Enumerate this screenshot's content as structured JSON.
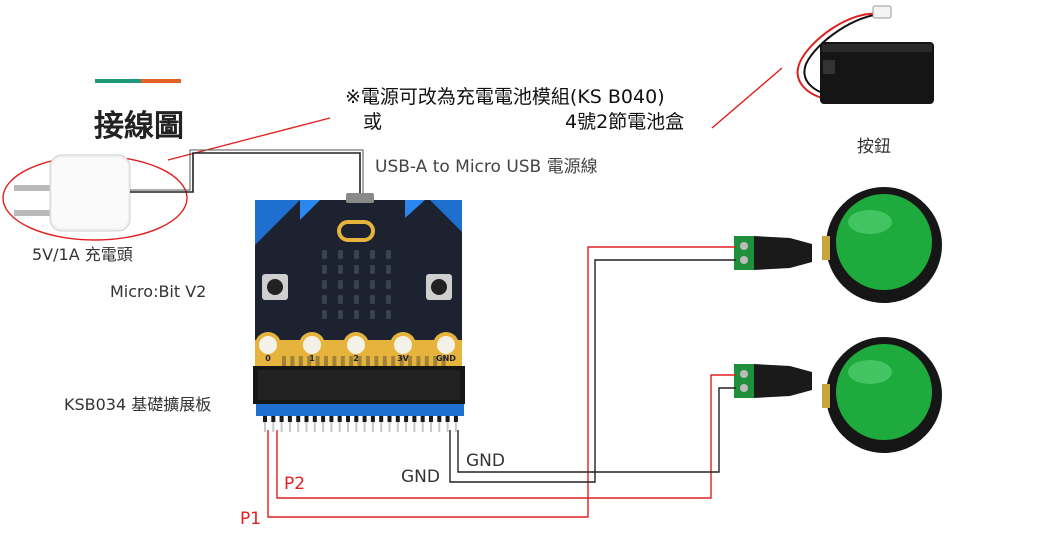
{
  "title": "接線圖",
  "colors": {
    "accent_green": "#1f9a78",
    "accent_orange": "#e2622a",
    "wire_red": "#e02020",
    "wire_black": "#222222",
    "annotation_red": "#e02020",
    "board_dark": "#1d2230",
    "board_blue": "#1f6fd0",
    "gold": "#e6b43c",
    "button_green": "#1eaa3c"
  },
  "labels": {
    "power_note_line1": "※電源可改為充電電池模組(KS B040)",
    "power_note_or": "或",
    "power_note_line2": "4號2節電池盒",
    "usb_cable": "USB-A to Micro USB 電源線",
    "charger": "5V/1A 充電頭",
    "microbit": "Micro:Bit V2",
    "expansion_board": "KSB034 基礎擴展板",
    "button": "按鈕",
    "gnd_upper": "GND",
    "gnd_lower": "GND",
    "p1": "P1",
    "p2": "P2"
  },
  "pins": [
    "0",
    "1",
    "2",
    "3V",
    "GND"
  ],
  "icons": {
    "charger": "usb-charger-icon",
    "battery": "battery-box-icon",
    "button": "arcade-button-icon",
    "terminal": "dc-terminal-adapter-icon",
    "board": "microbit-board-icon"
  }
}
